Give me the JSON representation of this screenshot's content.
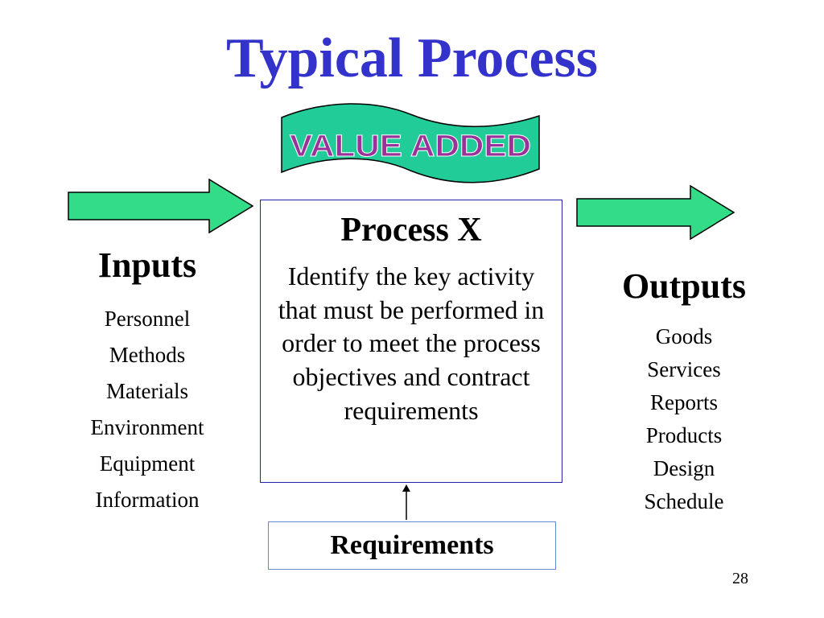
{
  "title": "Typical Process",
  "banner": {
    "text": "VALUE ADDED"
  },
  "process": {
    "title": "Process X",
    "description": "Identify the key activity that must be performed in order to meet the process objectives and contract requirements"
  },
  "inputs": {
    "heading": "Inputs",
    "items": [
      "Personnel",
      "Methods",
      "Materials",
      "Environment",
      "Equipment",
      "Information"
    ]
  },
  "outputs": {
    "heading": "Outputs",
    "items": [
      "Goods",
      "Services",
      "Reports",
      "Products",
      "Design",
      "Schedule"
    ]
  },
  "requirements": {
    "label": "Requirements"
  },
  "page_number": "28",
  "colors": {
    "title": "#3333cc",
    "arrow_fill": "#33dd88",
    "banner_fill": "#22cc99",
    "banner_text": "#993399"
  }
}
